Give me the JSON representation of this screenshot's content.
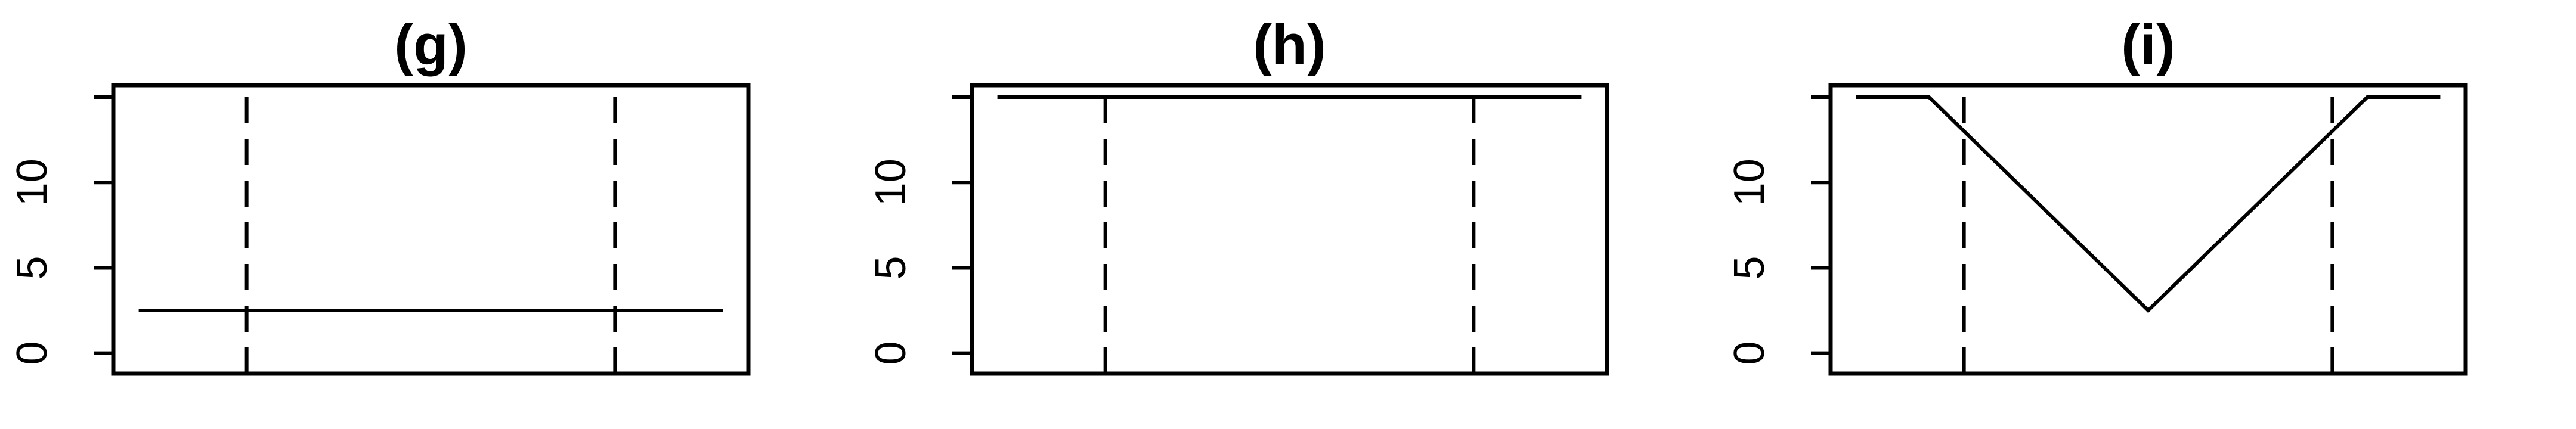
{
  "chart_data": [
    {
      "type": "line",
      "title": "(g)",
      "xlim": [
        0,
        1
      ],
      "ylim": [
        -1.2,
        15.7
      ],
      "yticks": [
        "0",
        "5",
        "10",
        ""
      ],
      "ytick_values": [
        0,
        5,
        10,
        15
      ],
      "vlines": [
        0.21,
        0.79
      ],
      "series": [
        {
          "x": [
            0.04,
            0.96
          ],
          "values": [
            2.5,
            2.5
          ]
        }
      ]
    },
    {
      "type": "line",
      "title": "(h)",
      "xlim": [
        0,
        1
      ],
      "ylim": [
        -1.2,
        15.7
      ],
      "yticks": [
        "0",
        "5",
        "10",
        ""
      ],
      "ytick_values": [
        0,
        5,
        10,
        15
      ],
      "vlines": [
        0.21,
        0.79
      ],
      "series": [
        {
          "x": [
            0.04,
            0.96
          ],
          "values": [
            15,
            15
          ]
        }
      ]
    },
    {
      "type": "line",
      "title": "(i)",
      "xlim": [
        0,
        1
      ],
      "ylim": [
        -1.2,
        15.7
      ],
      "yticks": [
        "0",
        "5",
        "10",
        ""
      ],
      "ytick_values": [
        0,
        5,
        10,
        15
      ],
      "vlines": [
        0.21,
        0.79
      ],
      "series": [
        {
          "x": [
            0.04,
            0.155,
            0.5,
            0.845,
            0.96
          ],
          "values": [
            15,
            15,
            2.5,
            15,
            15
          ]
        }
      ]
    }
  ]
}
